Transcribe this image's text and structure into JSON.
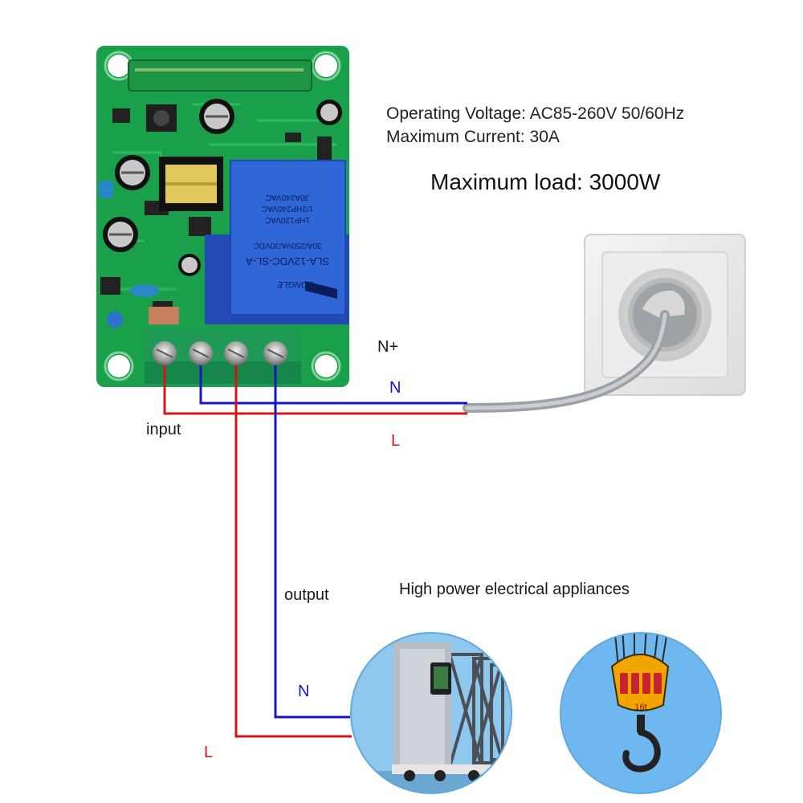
{
  "specs": {
    "voltage": "Operating Voltage: AC85-260V 50/60Hz",
    "current": "Maximum Current: 30A",
    "load": "Maximum load: 3000W"
  },
  "relay": {
    "line1": "30A240VAC",
    "line2": "1/2HP240VAC",
    "line3": "1HP120VAC",
    "line4": "30A/250VA/30VDC",
    "model": "SLA-12VDC-SL-A",
    "brand": "SONGLE"
  },
  "labels": {
    "n_plus": "N+",
    "n_top": "N",
    "l_top": "L",
    "input": "input",
    "output": "output",
    "n_bottom": "N",
    "l_bottom": "L",
    "appliances": "High power electrical appliances"
  },
  "crane_hook": {
    "text": "16t"
  },
  "colors": {
    "neutral_wire": "#1515c8",
    "live_wire": "#d51515",
    "pcb": "#1aa04a",
    "relay": "#2b5fcf",
    "terminal": "#1e9a55"
  }
}
